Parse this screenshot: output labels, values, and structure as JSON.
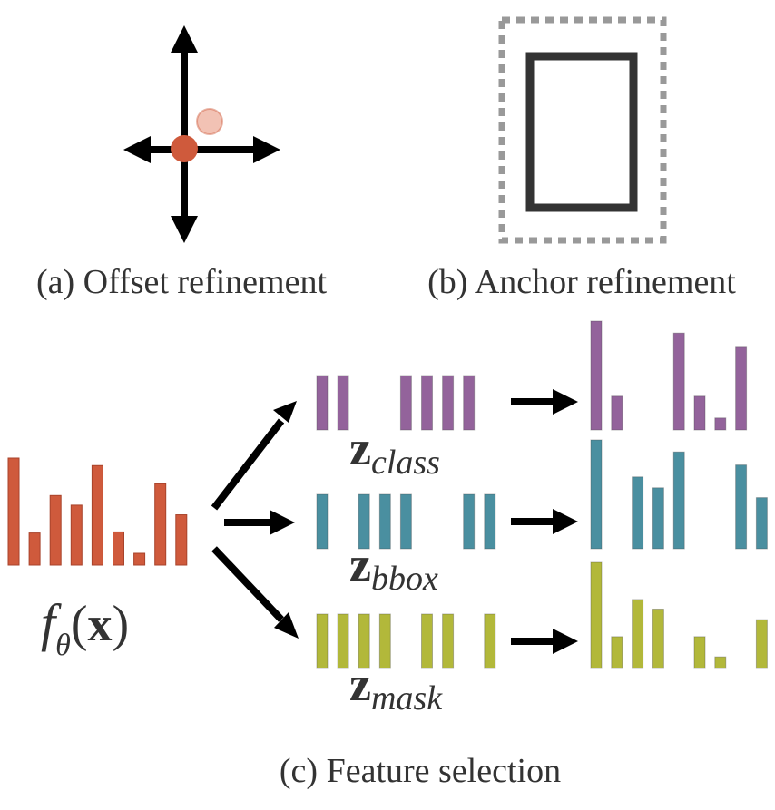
{
  "colors": {
    "offset_point": "#cf5a3c",
    "offset_point_ghost": "#f2c2b4",
    "arrow": "#000000",
    "anchor_box": "#333333",
    "anchor_dotted": "#999999",
    "feature": "#cf5a3c",
    "class": "#93639b",
    "bbox": "#4a8fa0",
    "mask": "#b2b83a"
  },
  "captions": {
    "a": "(a) Offset refinement",
    "b": "(b) Anchor refinement",
    "c": "(c) Feature selection"
  },
  "feature": {
    "f": "f",
    "theta": "θ",
    "open": "(",
    "x": "x",
    "close": ")",
    "bars": [
      1.0,
      0.3,
      0.65,
      0.56,
      0.93,
      0.31,
      0.11,
      0.76,
      0.47
    ]
  },
  "heads": [
    {
      "key": "class",
      "z": "z",
      "sub": "class",
      "mask_slots": [
        1,
        1,
        0,
        0,
        1,
        1,
        1,
        1
      ],
      "output_bars": [
        1.0,
        0.31,
        0,
        0,
        0.89,
        0.31,
        0.11,
        0.76
      ]
    },
    {
      "key": "bbox",
      "z": "z",
      "sub": "bbox",
      "mask_slots": [
        1,
        0,
        1,
        1,
        1,
        0,
        0,
        1,
        1
      ],
      "output_bars": [
        1.0,
        0,
        0.66,
        0.56,
        0.89,
        0,
        0,
        0.77,
        0.47
      ]
    },
    {
      "key": "mask",
      "z": "z",
      "sub": "mask",
      "mask_slots": [
        1,
        1,
        1,
        1,
        0,
        1,
        1,
        0,
        1
      ],
      "output_bars": [
        1.0,
        0.3,
        0.65,
        0.56,
        0,
        0.3,
        0.11,
        0,
        0.46
      ]
    }
  ]
}
